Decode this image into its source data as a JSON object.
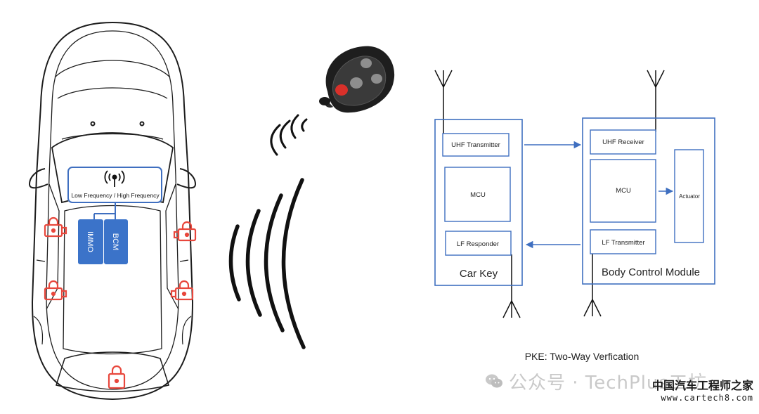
{
  "car": {
    "panel_label": "Low Frequency / High Frequency",
    "modules": [
      "IMMO",
      "BCM"
    ]
  },
  "diagram": {
    "car_key": {
      "title": "Car Key",
      "blocks": {
        "uhf": "UHF Transmitter",
        "mcu": "MCU",
        "lf": "LF Responder"
      }
    },
    "bcm": {
      "title": "Body Control Module",
      "blocks": {
        "uhf": "UHF Receiver",
        "mcu": "MCU",
        "lf": "LF Transmitter",
        "actuator": "Actuator"
      }
    },
    "caption": "PKE: Two-Way Verfication"
  },
  "watermark": {
    "text": "公众号 · TechPlus工坊"
  },
  "branding": {
    "name": "中国汽车工程师之家",
    "url": "www.cartech8.com"
  },
  "colors": {
    "block_border": "#3f6fc0",
    "arrow": "#3f6fc0",
    "module_fill": "#3b73c9",
    "lock_red": "#e8473c",
    "key_button_red": "#d9302a"
  }
}
